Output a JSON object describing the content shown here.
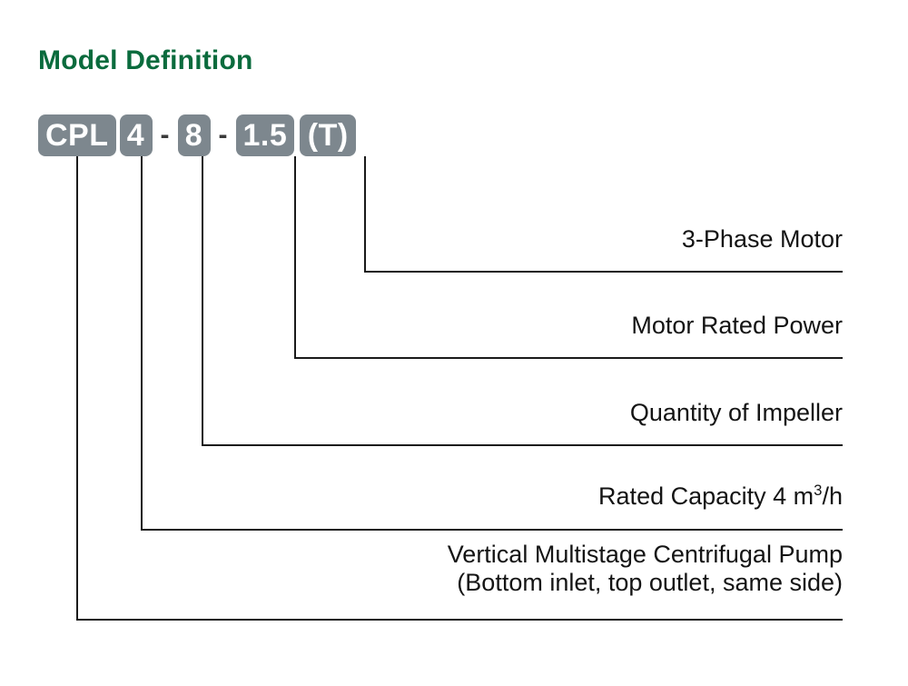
{
  "title": "Model Definition",
  "theme": {
    "title_color": "#0a6b3d",
    "badge_bg": "#7d878e",
    "badge_text": "#ffffff",
    "line_color": "#1a1a1a",
    "label_color": "#141414",
    "background": "#ffffff"
  },
  "model_code": {
    "full": "CPL 4 - 8 - 1.5 (T)",
    "segments": [
      {
        "key": "series",
        "text": "CPL",
        "type": "badge"
      },
      {
        "key": "capacity",
        "text": "4",
        "type": "badge"
      },
      {
        "key": "sep1",
        "text": "-",
        "type": "separator"
      },
      {
        "key": "stages",
        "text": "8",
        "type": "badge"
      },
      {
        "key": "sep2",
        "text": "-",
        "type": "separator"
      },
      {
        "key": "power",
        "text": "1.5",
        "type": "badge"
      },
      {
        "key": "phase",
        "text": "(T)",
        "type": "badge"
      }
    ]
  },
  "callouts": [
    {
      "key": "phase",
      "line1": "3-Phase Motor",
      "line2": ""
    },
    {
      "key": "power",
      "line1": "Motor Rated Power",
      "line2": ""
    },
    {
      "key": "stages",
      "line1": "Quantity of Impeller",
      "line2": ""
    },
    {
      "key": "capacity",
      "line1_pre": "Rated Capacity  4 m",
      "line1_sup": "3",
      "line1_post": "/h",
      "line2": ""
    },
    {
      "key": "series",
      "line1": "Vertical Multistage Centrifugal Pump",
      "line2": "(Bottom inlet, top outlet, same side)"
    }
  ]
}
